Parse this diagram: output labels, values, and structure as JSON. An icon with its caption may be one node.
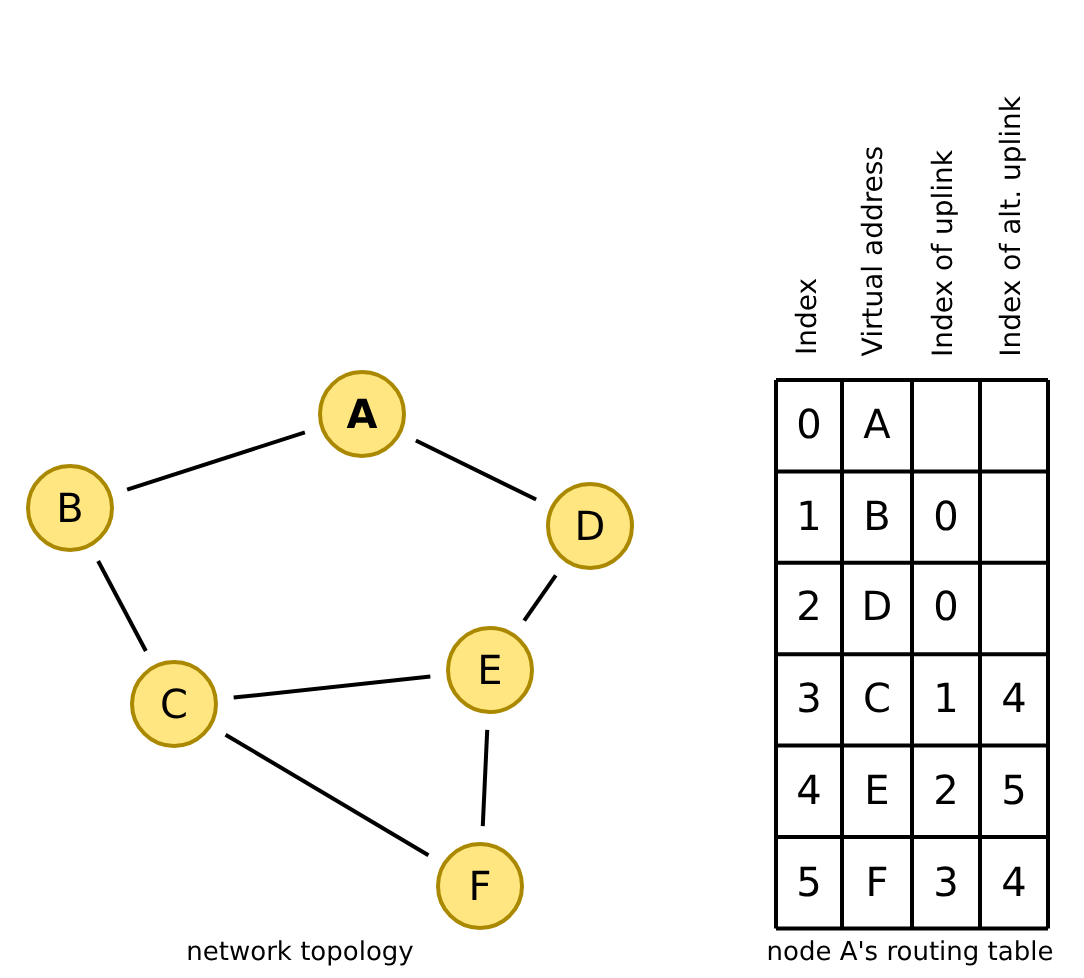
{
  "diagram": {
    "nodes": [
      {
        "text": [
          "A"
        ]
      },
      {
        "text": [
          "B"
        ]
      },
      {
        "text": [
          "D"
        ]
      },
      {
        "text": [
          "E"
        ]
      },
      {
        "text": [
          "C"
        ]
      },
      {
        "text": [
          "F"
        ]
      }
    ],
    "edges": [
      {
        "from": 0,
        "to": 1,
        "arrow": "none"
      },
      {
        "from": 0,
        "to": 2,
        "arrow": "none"
      },
      {
        "from": 1,
        "to": 4,
        "arrow": "none"
      },
      {
        "from": 2,
        "to": 3,
        "arrow": "none"
      },
      {
        "from": 4,
        "to": 3,
        "arrow": "none"
      },
      {
        "from": 3,
        "to": 5,
        "arrow": "none"
      },
      {
        "from": 4,
        "to": 5,
        "arrow": "none"
      }
    ],
    "labels": [
      "Index",
      "Virtual address",
      "Index of uplink",
      "Index of alt. uplink",
      "0",
      "A",
      "1",
      "B",
      "0",
      "2",
      "D",
      "0",
      "3",
      "C",
      "1",
      "4",
      "4",
      "E",
      "2",
      "5",
      "5",
      "F",
      "3",
      "4",
      "network topology",
      "node A's routing table"
    ]
  }
}
